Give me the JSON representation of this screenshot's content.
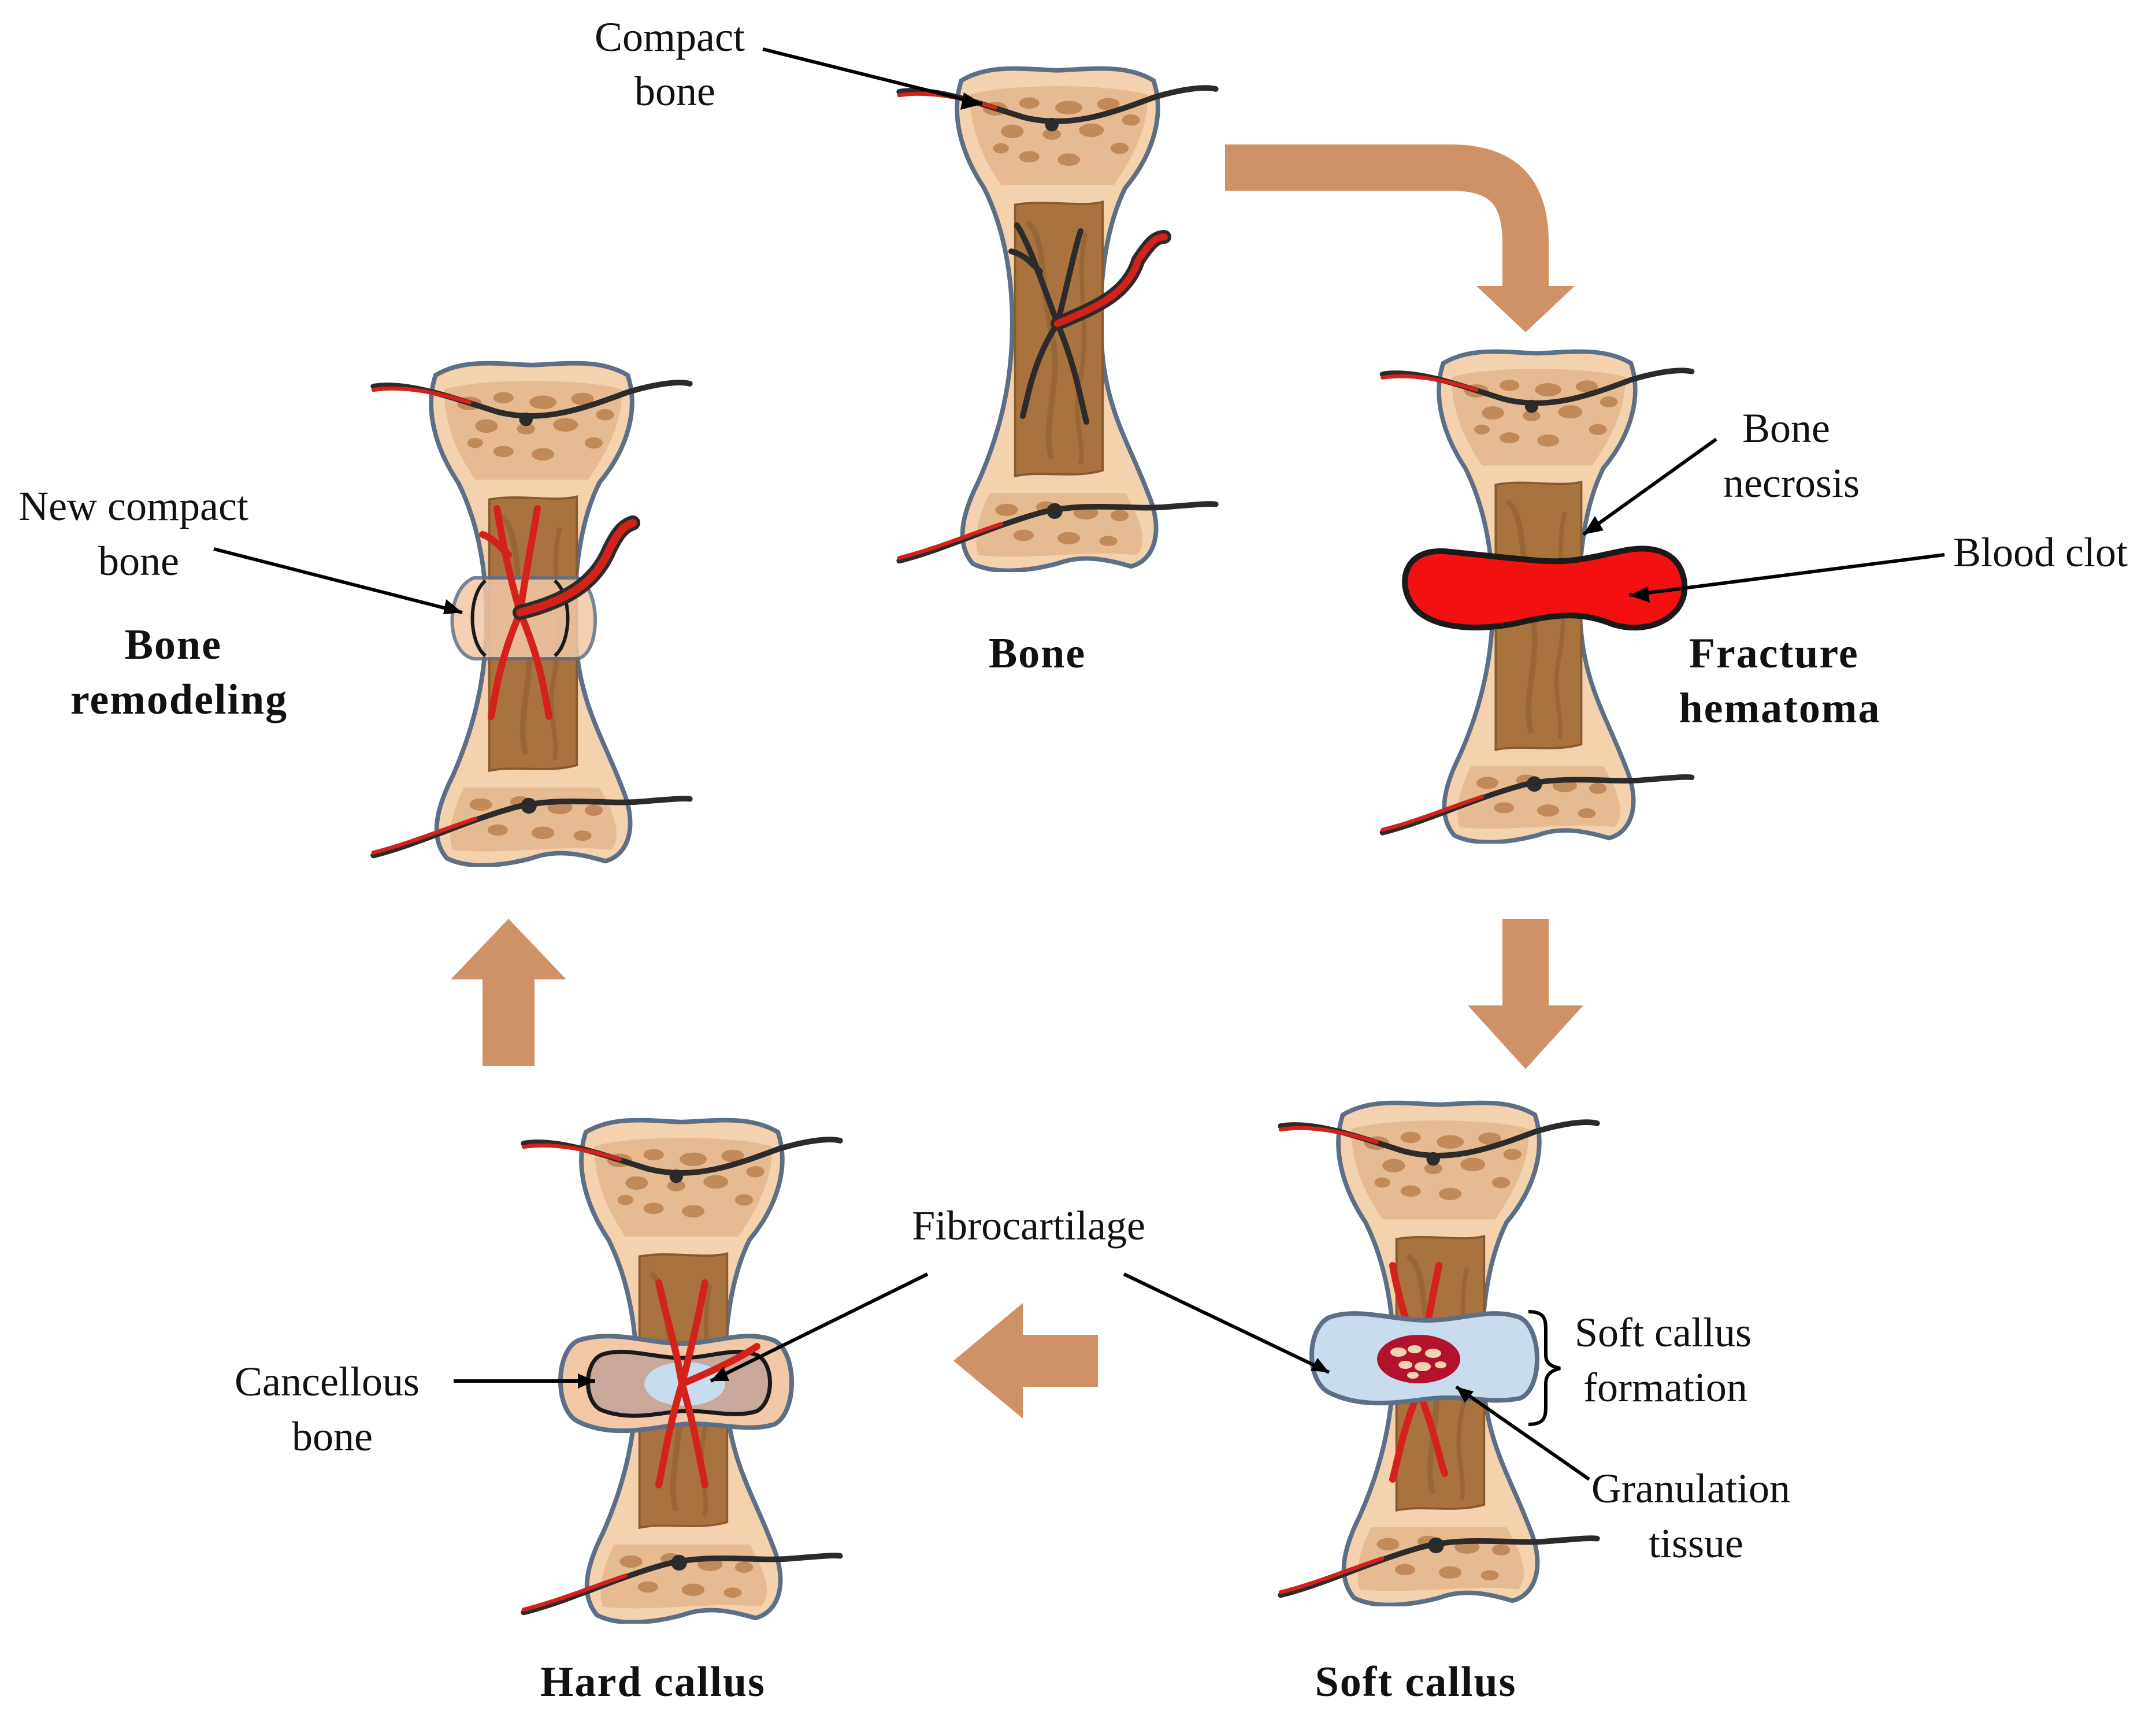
{
  "stages": {
    "bone": "Bone",
    "fracture_hematoma": [
      "Fracture",
      "hematoma"
    ],
    "soft_callus": "Soft callus",
    "hard_callus": "Hard callus",
    "bone_remodeling": [
      "Bone",
      "remodeling"
    ]
  },
  "labels": {
    "compact_bone": [
      "Compact",
      "bone"
    ],
    "bone_necrosis": [
      "Bone",
      "necrosis"
    ],
    "blood_clot": "Blood clot",
    "soft_callus_formation": [
      "Soft callus",
      "formation"
    ],
    "granulation_tissue": [
      "Granulation",
      "tissue"
    ],
    "fibrocartilage": "Fibrocartilage",
    "cancellous_bone": [
      "Cancellous",
      "bone"
    ],
    "new_compact_bone": [
      "New compact",
      "bone"
    ]
  },
  "colors": {
    "bone_fill": "#f5d2ae",
    "marrow": "#a9733f",
    "spongy": "#c28a58",
    "outline": "#5d6f86",
    "artery": "#d4221b",
    "vein": "#2b2b2b",
    "blood_clot": "#f21010",
    "soft_callus": "#c9dcee",
    "hard_callus": "#f2c8a6",
    "arrow": "#cf9166"
  }
}
